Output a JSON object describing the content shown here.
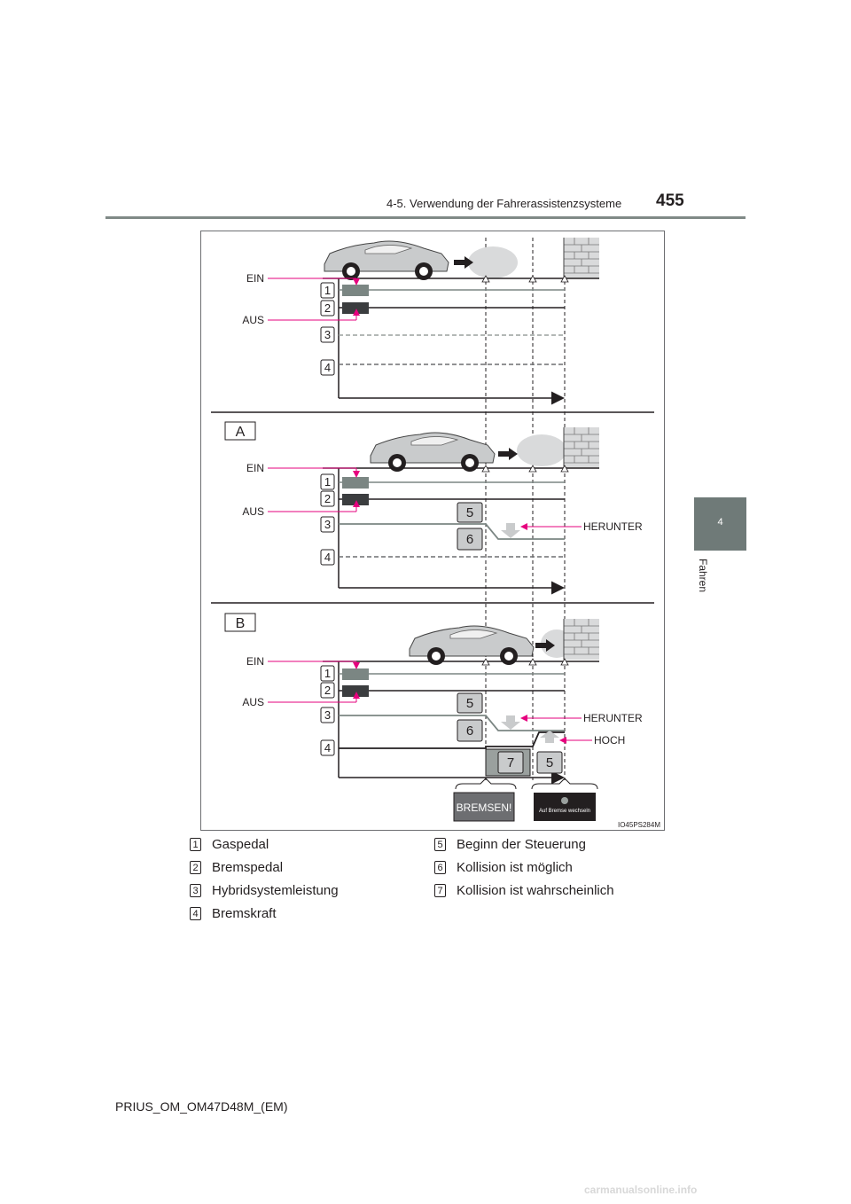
{
  "header": {
    "section_title": "4-5. Verwendung der Fahrerassistenzsysteme",
    "page_number": "455"
  },
  "side_tab": {
    "number": "4",
    "label": "Fahren"
  },
  "figure": {
    "id_code": "IO45PS284M",
    "panel_labels": [
      "A",
      "B"
    ],
    "state_labels": {
      "on": "EIN",
      "off": "AUS",
      "down": "HERUNTER",
      "up": "HOCH"
    },
    "display_brake": "BREMSEN!",
    "display_switch": "Auf Bremse wechseln",
    "callouts": [
      "1",
      "2",
      "3",
      "4",
      "5",
      "6",
      "7"
    ]
  },
  "legend": [
    {
      "num": "1",
      "text": "Gaspedal"
    },
    {
      "num": "2",
      "text": "Bremspedal"
    },
    {
      "num": "3",
      "text": "Hybridsystemleistung"
    },
    {
      "num": "4",
      "text": "Bremskraft"
    },
    {
      "num": "5",
      "text": "Beginn der Steuerung"
    },
    {
      "num": "6",
      "text": "Kollision ist möglich"
    },
    {
      "num": "7",
      "text": "Kollision ist wahrscheinlich"
    }
  ],
  "footer": {
    "doc_code": "PRIUS_OM_OM47D48M_(EM)"
  },
  "watermark": "carmanualsonline.info"
}
